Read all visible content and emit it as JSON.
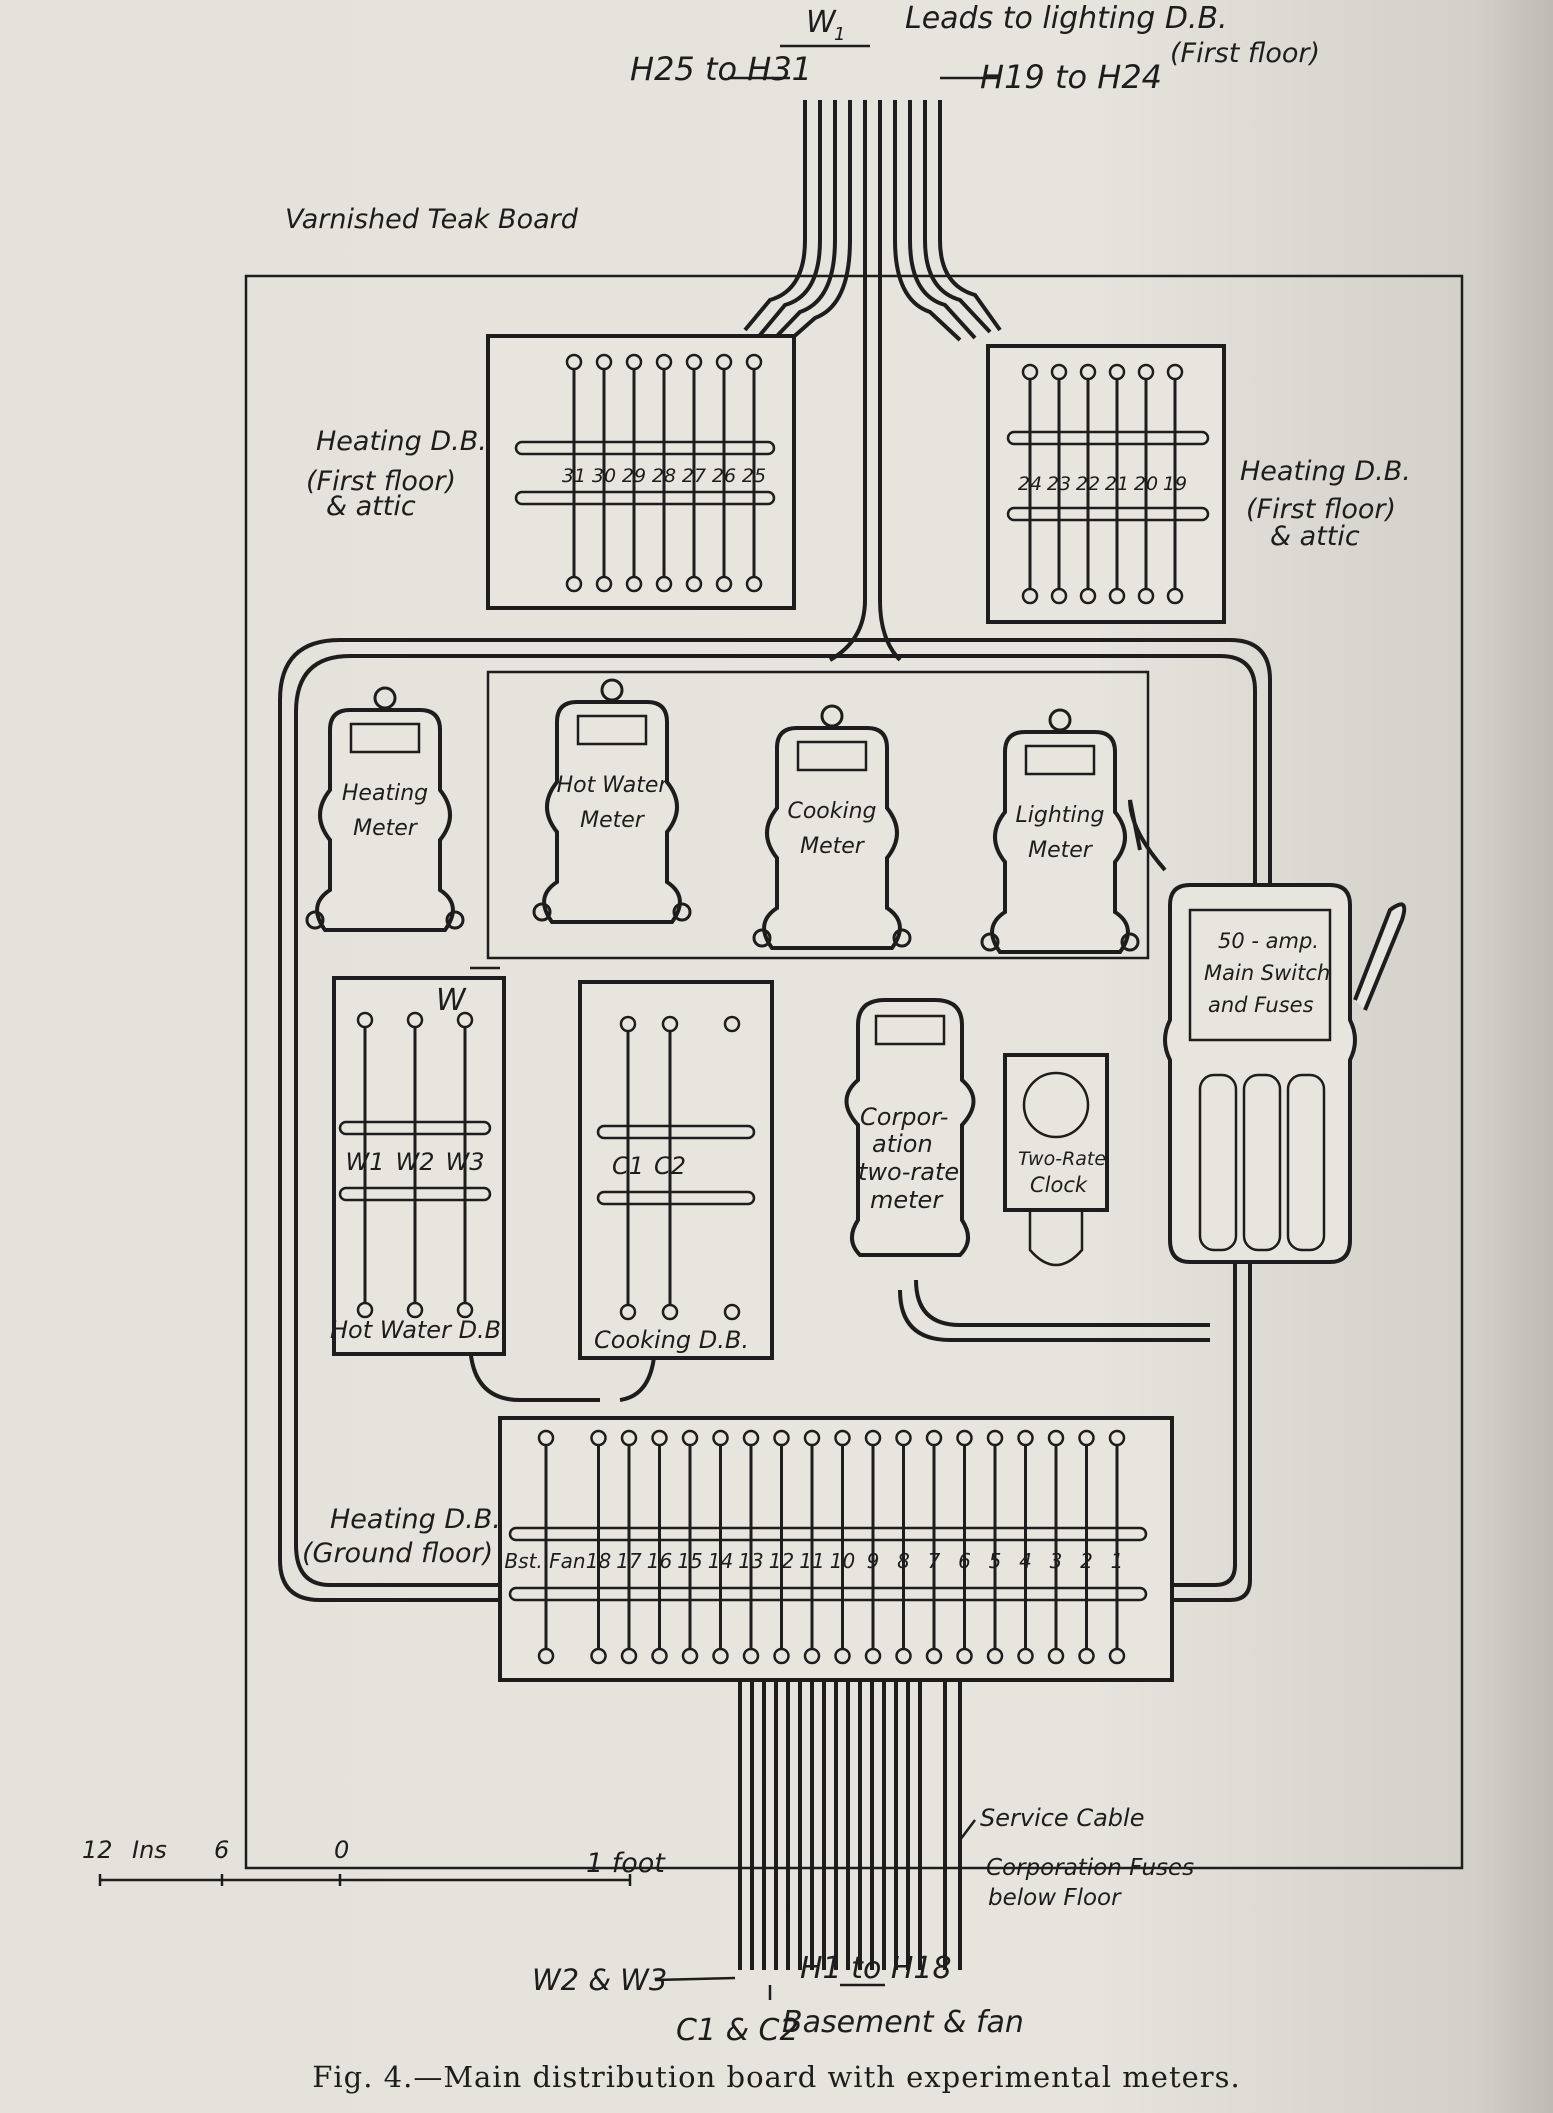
{
  "figure": {
    "caption": "Fig. 4.—Main distribution board with experimental meters."
  },
  "labels": {
    "leads_to_lighting": "Leads to lighting D.B.",
    "first_floor_paren": "(First floor)",
    "w1_top": "W",
    "w1_top_sub": "1",
    "h25_h31": "H25 to H31",
    "h19_h24": "H19 to H24",
    "board": "Varnished Teak Board",
    "heating_db": "Heating D.B.",
    "first_floor": "(First floor)",
    "and_attic": "& attic",
    "heating_db_ground_1": "Heating D.B.",
    "heating_db_ground_2": "(Ground floor)",
    "hot_water_db": "Hot Water D.B.",
    "cooking_db": "Cooking D.B.",
    "w1_mid": "W",
    "service_cable": "Service Cable",
    "corp_fuses_1": "Corporation Fuses",
    "corp_fuses_2": "below Floor",
    "w2_w3": "W2 & W3",
    "c1_c2": "C1 & C2",
    "basement_fan": "Basement & fan",
    "h1_h18": "H1 to H18"
  },
  "meters": [
    {
      "line1": "Heating",
      "line2": "Meter"
    },
    {
      "line1": "Hot Water",
      "line2": "Meter"
    },
    {
      "line1": "Cooking",
      "line2": "Meter"
    },
    {
      "line1": "Lighting",
      "line2": "Meter"
    }
  ],
  "corporation_meter": [
    "Corpor-",
    "ation",
    "two-rate",
    "meter"
  ],
  "clock": [
    "Two-Rate",
    "Clock"
  ],
  "main_switch": [
    "50 - amp.",
    "Main Switch",
    "and Fuses"
  ],
  "fuse_numbers_left": [
    "31",
    "30",
    "29",
    "28",
    "27",
    "26",
    "25"
  ],
  "fuse_numbers_right": [
    "24",
    "23",
    "22",
    "21",
    "20",
    "19"
  ],
  "hot_water_fuses": [
    "W1",
    "W2",
    "W3"
  ],
  "cooking_fuses": [
    "C1",
    "C2"
  ],
  "ground_fuses": [
    "Bst. Fan",
    "18",
    "17",
    "16",
    "15",
    "14",
    "13",
    "12",
    "11",
    "10",
    "9",
    "8",
    "7",
    "6",
    "5",
    "4",
    "3",
    "2",
    "1"
  ],
  "scale": {
    "tick_12": "12",
    "ins": "Ins",
    "tick_6": "6",
    "tick_0": "0",
    "foot": "1 foot"
  }
}
